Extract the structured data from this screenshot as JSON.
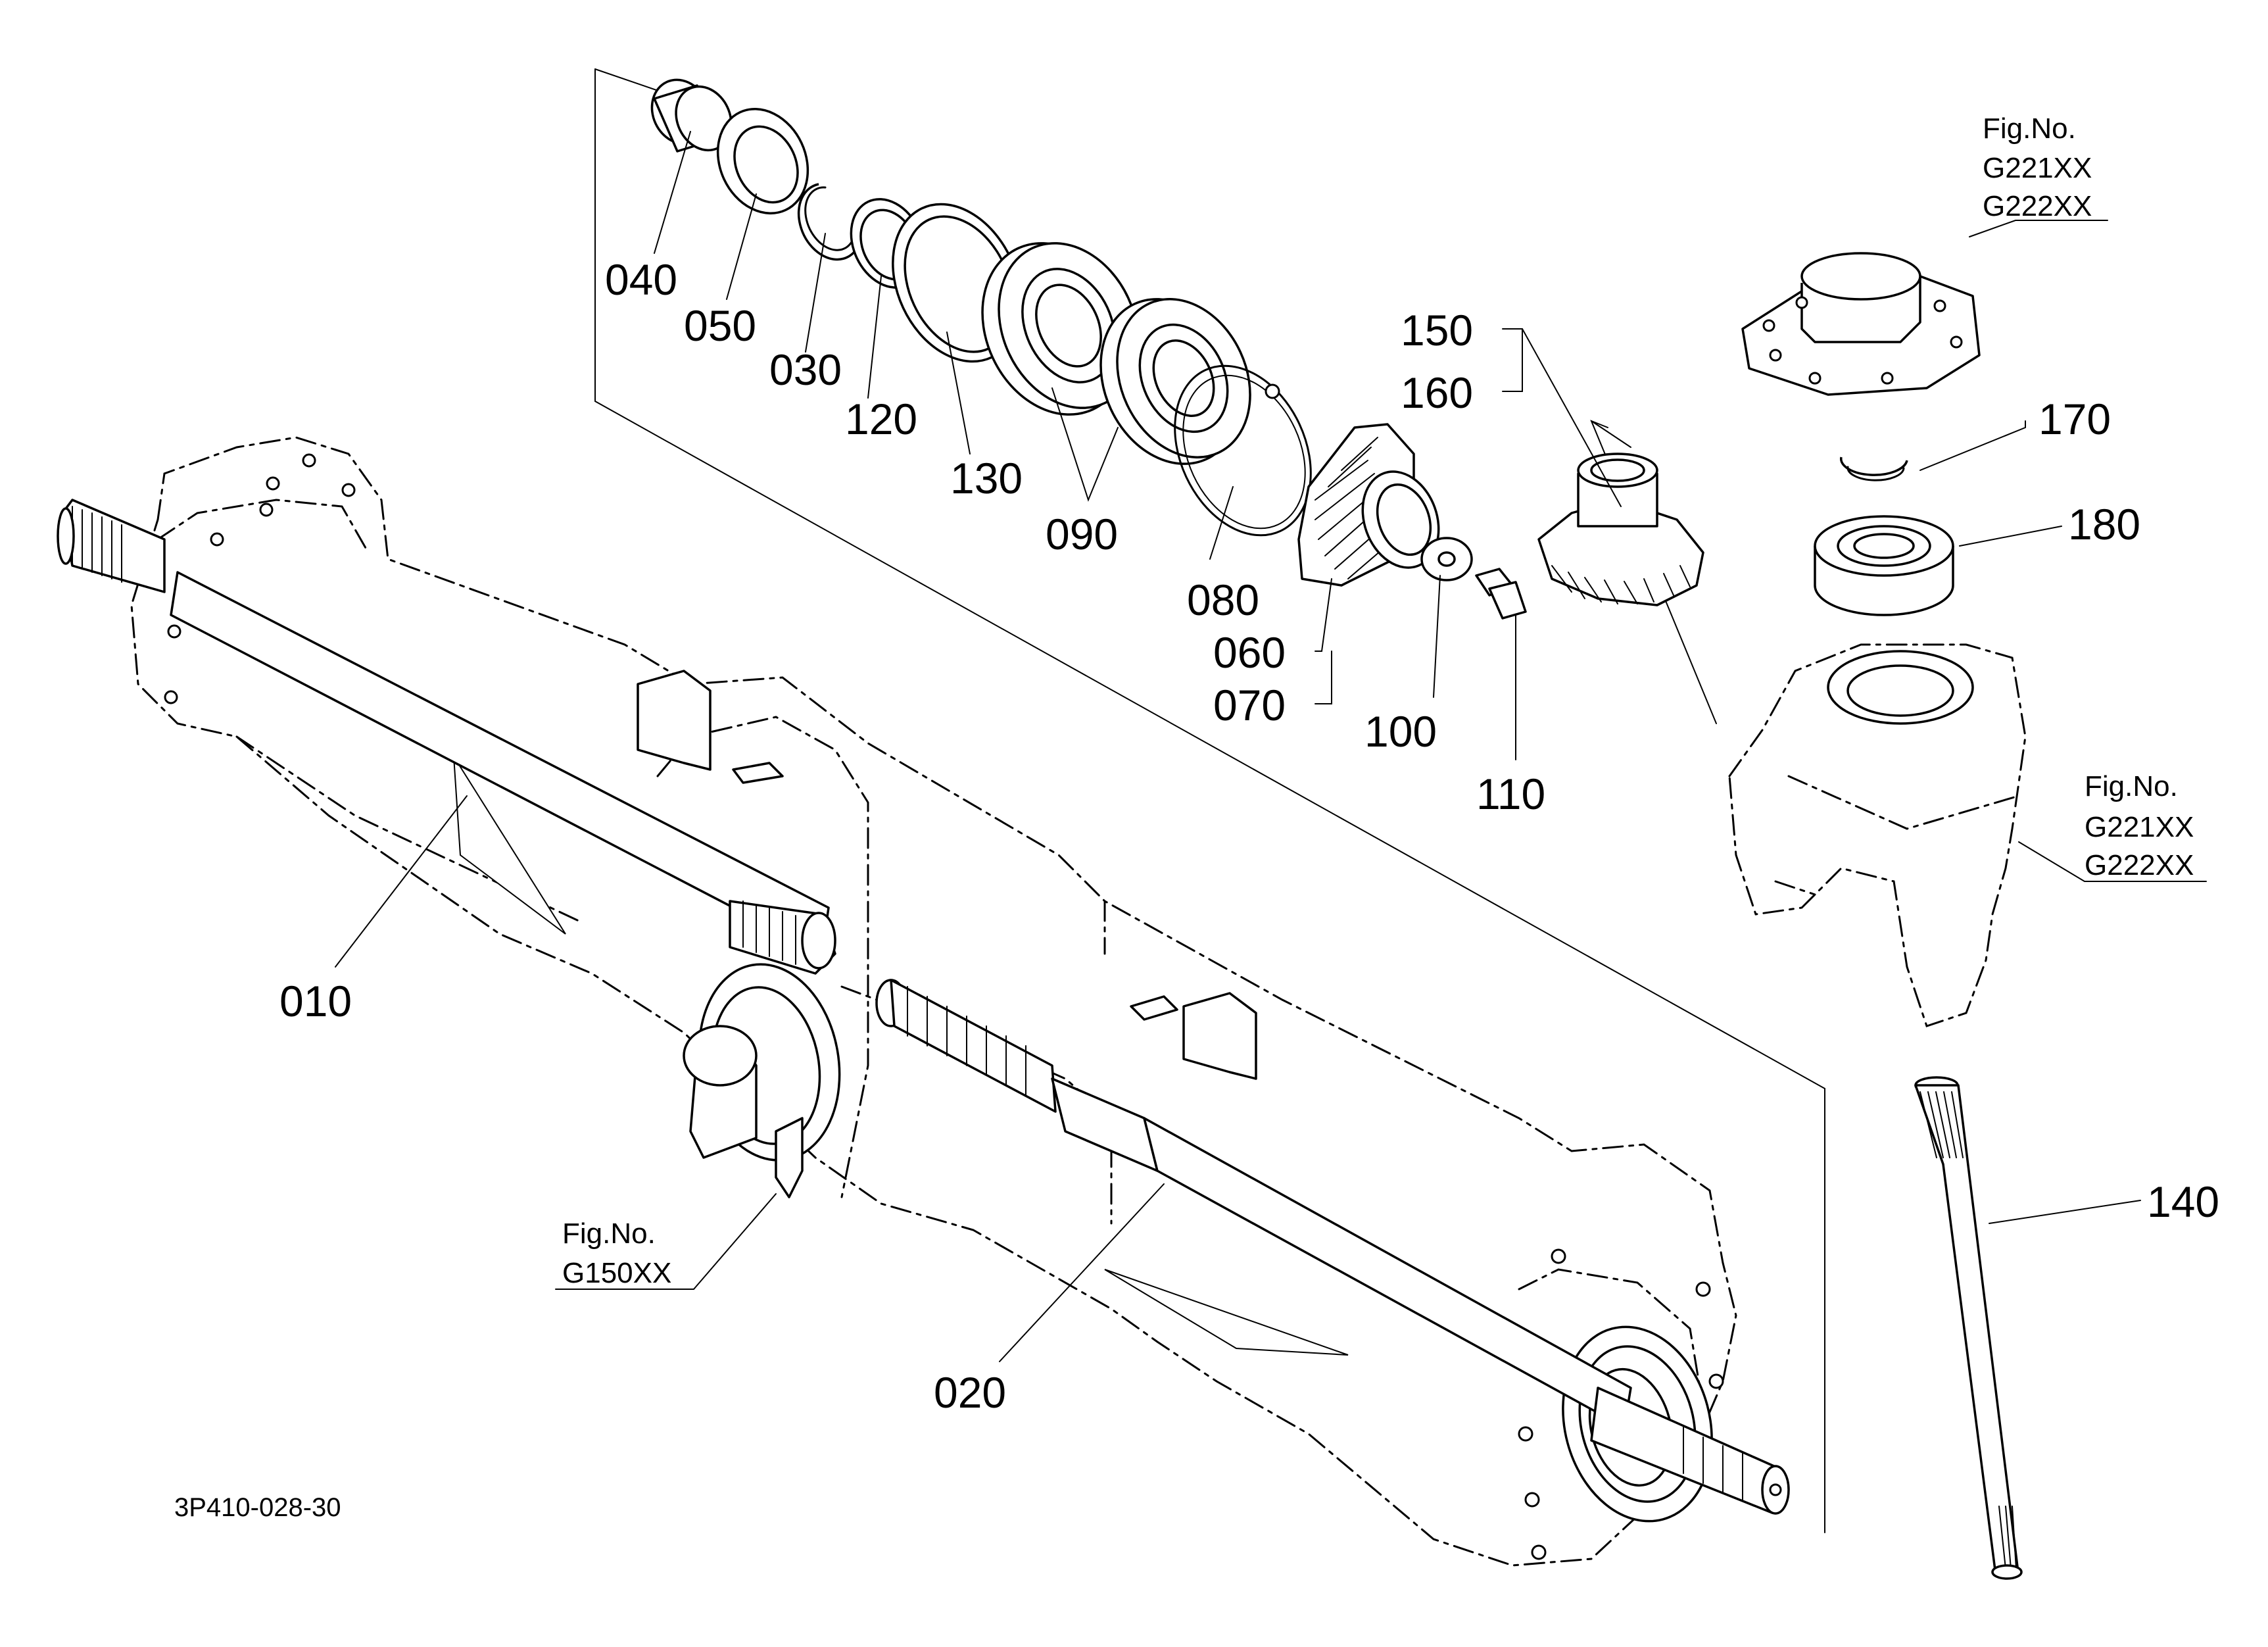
{
  "diagram": {
    "drawing_code": "3P410-028-30",
    "part_labels": [
      "010",
      "020",
      "030",
      "040",
      "050",
      "060",
      "070",
      "080",
      "090",
      "100",
      "110",
      "120",
      "130",
      "140",
      "150",
      "160",
      "170",
      "180"
    ],
    "figure_refs": [
      {
        "line1": "Fig.No.",
        "line2": "G221XX",
        "line3": "G222XX"
      },
      {
        "line1": "Fig.No.",
        "line2": "G221XX",
        "line3": "G222XX"
      },
      {
        "line1": "Fig.No.",
        "line2": "G150XX"
      }
    ]
  }
}
